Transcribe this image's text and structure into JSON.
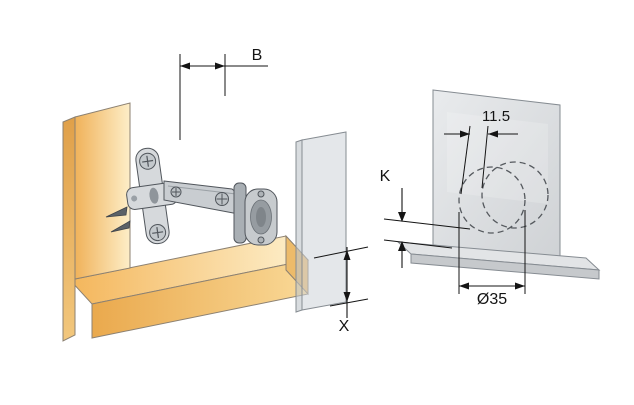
{
  "labels": {
    "b": "B",
    "x": "X",
    "k": "K",
    "edge_distance": "11.5",
    "hole_diameter": "Ø35"
  },
  "colors": {
    "wood_accent": "#f2b95e",
    "panel_gray": "#d9dcdf",
    "line": "#141414"
  }
}
